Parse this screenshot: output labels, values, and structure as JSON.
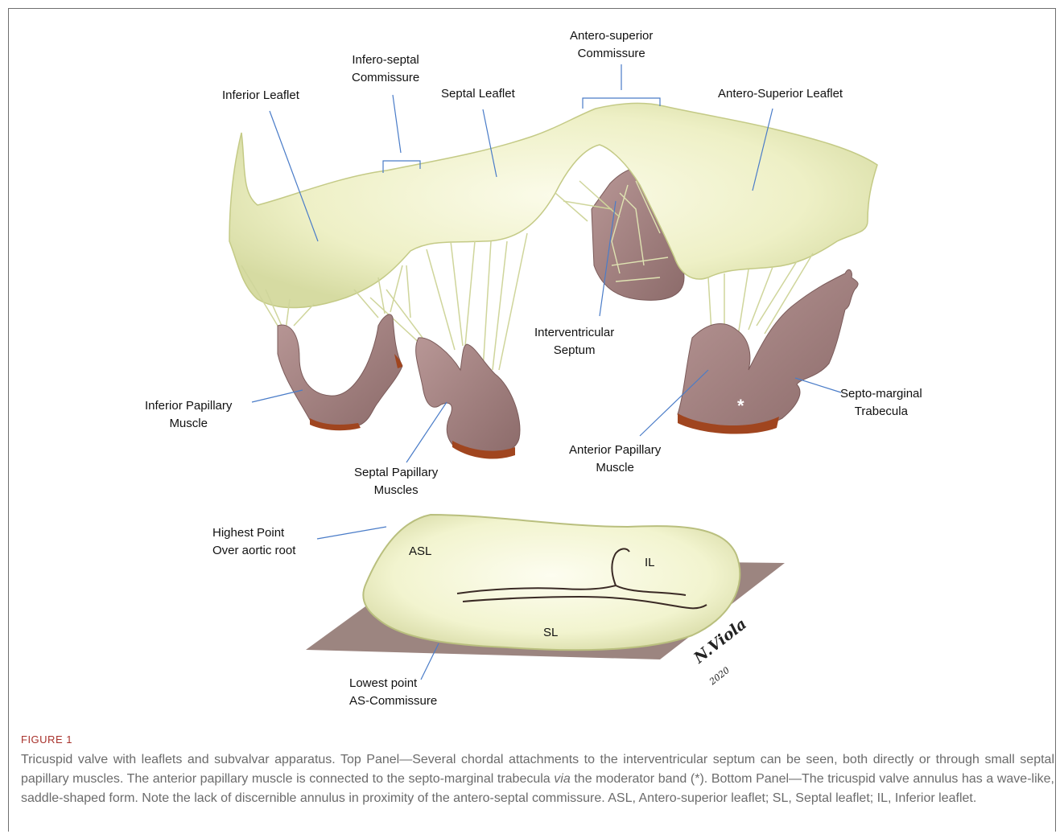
{
  "top_panel": {
    "labels": {
      "antero_superior_commissure": [
        "Antero-superior",
        "Commissure"
      ],
      "infero_septal_commissure": [
        "Infero-septal",
        "Commissure"
      ],
      "inferior_leaflet": "Inferior Leaflet",
      "septal_leaflet": "Septal Leaflet",
      "antero_superior_leaflet": "Antero-Superior Leaflet",
      "interventricular_septum": [
        "Interventricular",
        "Septum"
      ],
      "inferior_papillary_muscle": [
        "Inferior Papillary",
        "Muscle"
      ],
      "septal_papillary_muscles": [
        "Septal Papillary",
        "Muscles"
      ],
      "anterior_papillary_muscle": [
        "Anterior Papillary",
        "Muscle"
      ],
      "septo_marginal_trabecula": [
        "Septo-marginal",
        "Trabecula"
      ],
      "moderator_band_marker": "*"
    }
  },
  "bottom_panel": {
    "labels": {
      "highest_point": [
        "Highest Point",
        "Over aortic root"
      ],
      "lowest_point": [
        "Lowest point",
        "AS-Commissure"
      ],
      "asl": "ASL",
      "il": "IL",
      "sl": "SL"
    }
  },
  "signature": {
    "name": "N.Viola",
    "year": "2020"
  },
  "caption": {
    "figure_number": "FIGURE 1",
    "text_before_via": "Tricuspid valve with leaflets and subvalvar apparatus. Top Panel—Several chordal attachments to the interventricular septum can be seen, both directly or through small septal papillary muscles. The anterior papillary muscle is connected to the septo-marginal trabecula ",
    "via": "via",
    "text_after_via": " the moderator band (*). Bottom Panel—The tricuspid valve annulus has a wave-like, saddle-shaped form. Note the lack of discernible annulus in proximity of the antero-septal commissure. ASL, Antero-superior leaflet; SL, Septal leaflet; IL, Inferior leaflet."
  },
  "colors": {
    "leaflet_fill": "#eef0c4",
    "leaflet_edge": "#c9cf8e",
    "muscle_fill": "#a58584",
    "muscle_edge": "#7b5b5a",
    "muscle_base": "#a0451f",
    "leader_line": "#4a7cc8",
    "plane_fill": "#9c8580",
    "caption_label": "#a8322c",
    "caption_text": "#6b6b6b"
  }
}
